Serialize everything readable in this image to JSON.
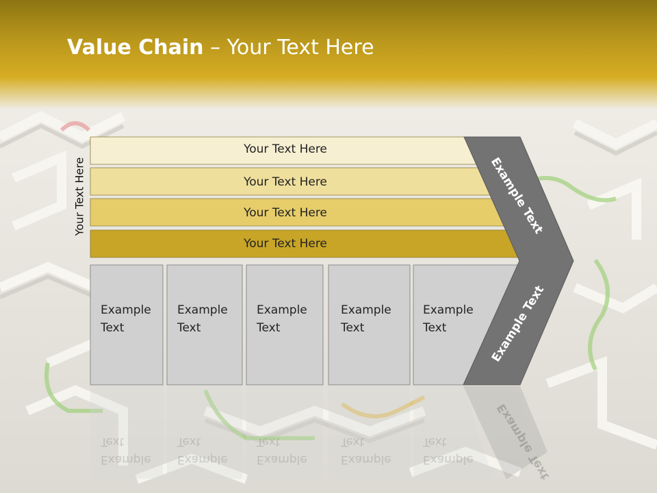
{
  "title": {
    "bold": "Value Chain",
    "rest": " – Your Text Here"
  },
  "side_label": "Your Text Here",
  "bars": [
    {
      "label": "Your Text Here",
      "fill": "#f6efd2"
    },
    {
      "label": "Your Text Here",
      "fill": "#efdf9c"
    },
    {
      "label": "Your Text Here",
      "fill": "#e6cd6a"
    },
    {
      "label": "Your Text Here",
      "fill": "#c8a526"
    }
  ],
  "boxes": [
    {
      "line1": "Example",
      "line2": "Text"
    },
    {
      "line1": "Example",
      "line2": "Text"
    },
    {
      "line1": "Example",
      "line2": "Text"
    },
    {
      "line1": "Example",
      "line2": "Text"
    },
    {
      "line1": "Example",
      "line2": "Text"
    }
  ],
  "chevron": {
    "top_label": "Example Text",
    "bottom_label": "Example Text",
    "fill": "#737373"
  },
  "colors": {
    "title_bar": "#b8961c",
    "box_fill": "#d0d0d0"
  }
}
